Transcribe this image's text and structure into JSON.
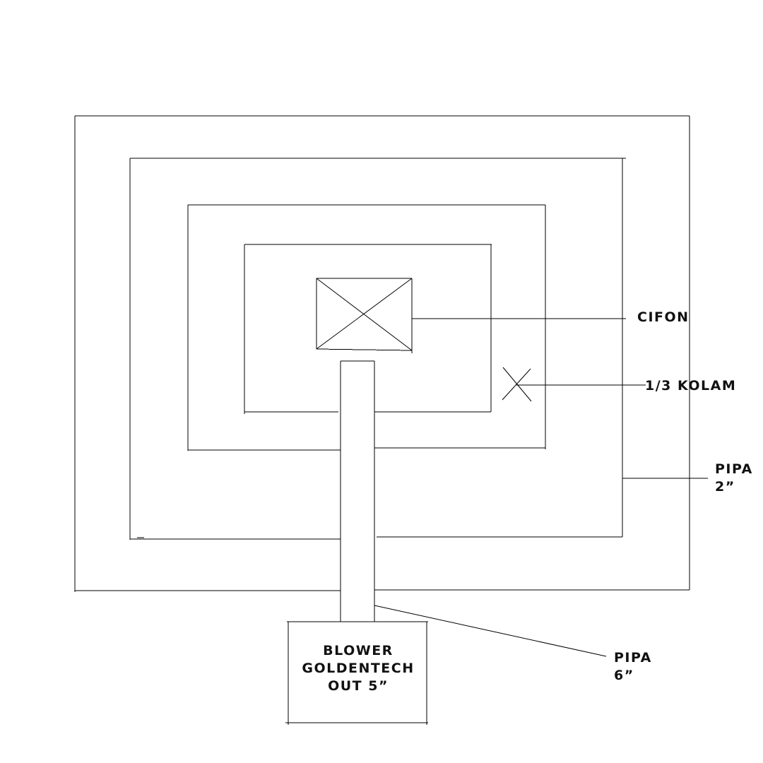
{
  "labels": {
    "cifon": "CIFON",
    "kolam": "1/3 KOLAM",
    "pipa_small": [
      "PIPA",
      "2”"
    ],
    "pipa_large": [
      "PIPA",
      "6”"
    ],
    "blower": [
      "BLOWER",
      "GOLDENTECH",
      "OUT 5”"
    ]
  },
  "colors": {
    "line": "#000000",
    "text": "#111111",
    "background": "#ffffff"
  }
}
